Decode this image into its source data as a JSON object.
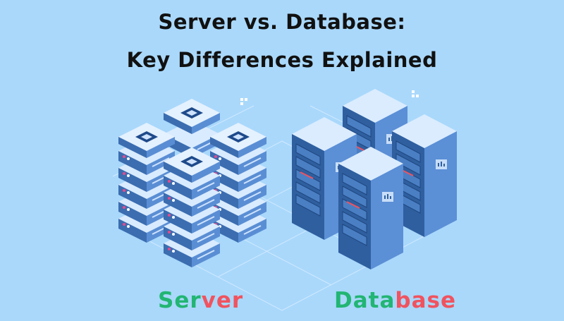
{
  "title": {
    "line1": "Server vs. Database:",
    "line2": "Key Differences Explained"
  },
  "captions": {
    "server": {
      "part1": "Ser",
      "part2": "ver"
    },
    "database": {
      "part1": "Data",
      "part2": "base"
    }
  },
  "colors": {
    "background": "#a9d8fb",
    "green": "#22b573",
    "red": "#f0535f",
    "server_blue": "#3c6fb0",
    "server_light": "#d6e9ff"
  },
  "illustrations": {
    "left": "server-stacks-icon",
    "right": "database-cabinets-icon"
  }
}
